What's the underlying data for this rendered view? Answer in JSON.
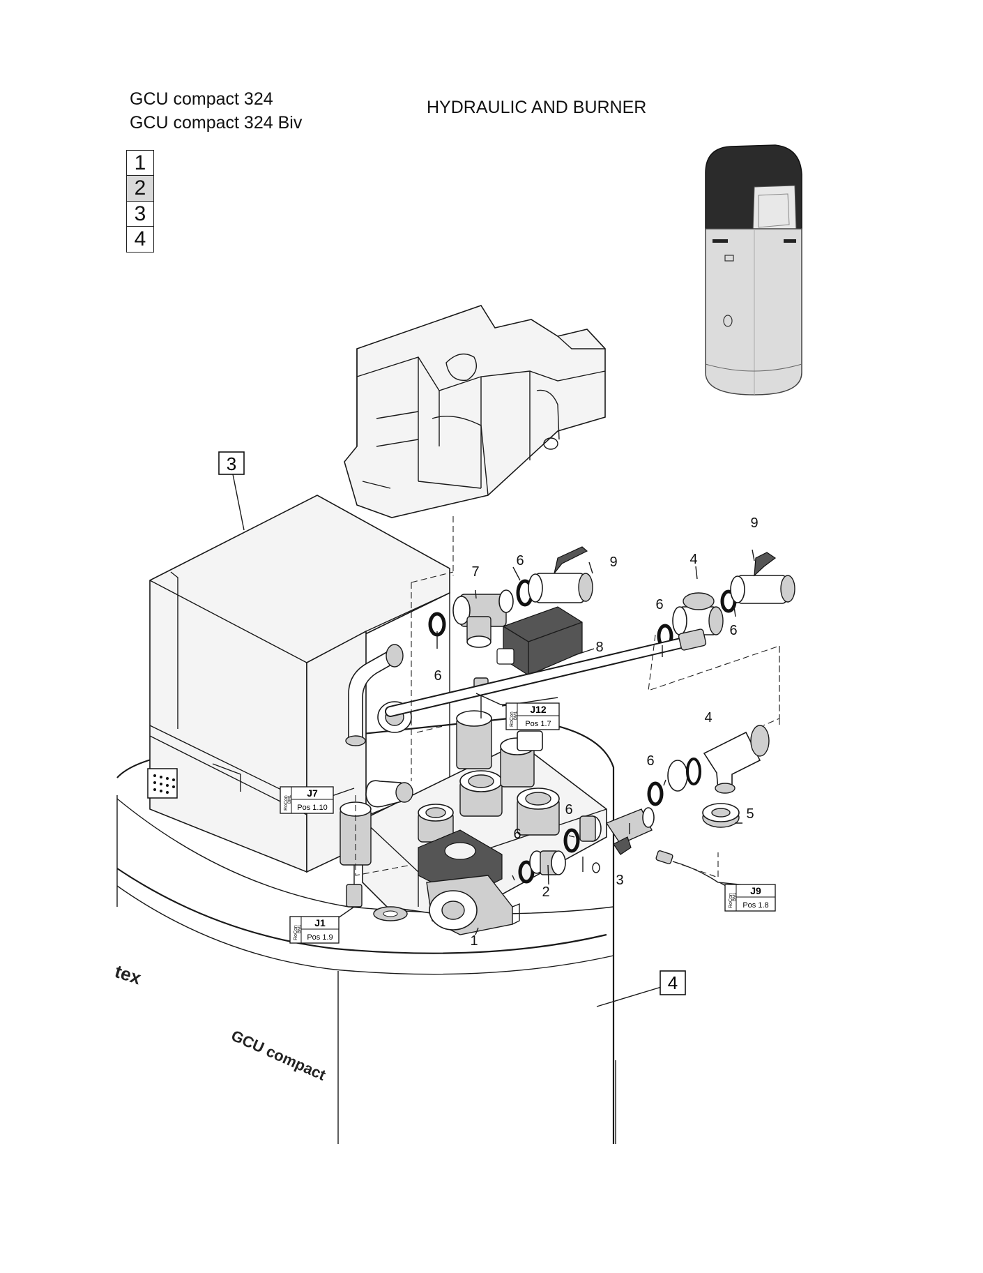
{
  "header": {
    "model_line_1": "GCU compact 324",
    "model_line_2": "GCU compact 324 Biv",
    "section_title": "HYDRAULIC AND BURNER"
  },
  "page_nav": {
    "items": [
      "1",
      "2",
      "3",
      "4"
    ],
    "active": "2"
  },
  "assembly_refs": {
    "box_3": "3",
    "box_4": "4"
  },
  "part_labels": {
    "p1": "1",
    "p2": "2",
    "p3": "3",
    "p4a": "4",
    "p4b": "4",
    "p5": "5",
    "p6a": "6",
    "p6b": "6",
    "p6c": "6",
    "p6d": "6",
    "p6e": "6",
    "p6f": "6",
    "p6g": "6",
    "p7": "7",
    "p8": "8",
    "p9a": "9",
    "p9b": "9"
  },
  "connectors": {
    "j12": {
      "id": "J12",
      "pos": "Pos 1.7",
      "board": "RoCon",
      "sub": "BM1"
    },
    "j7": {
      "id": "J7",
      "pos": "Pos 1.10",
      "board": "RoCon",
      "sub": "BM1"
    },
    "j1": {
      "id": "J1",
      "pos": "Pos 1.9",
      "board": "RoCon",
      "sub": "BM1"
    },
    "j9": {
      "id": "J9",
      "pos": "Pos 1.8",
      "board": "RoCon",
      "sub": "BM1"
    }
  },
  "housing": {
    "brand_fragment": "tex",
    "product_name": "GCU compact"
  }
}
